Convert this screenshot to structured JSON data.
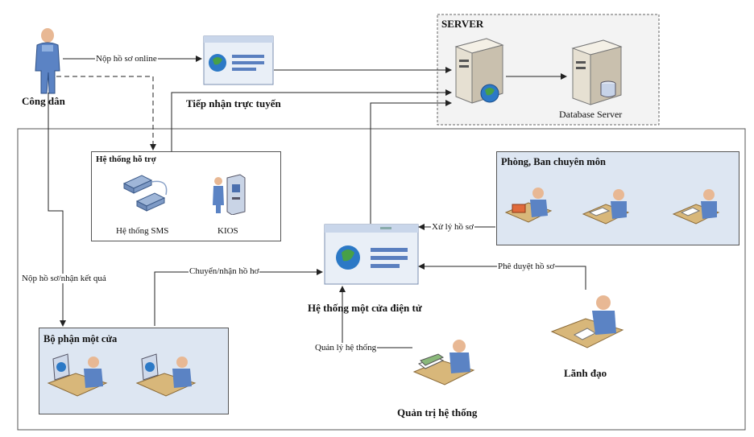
{
  "actors": {
    "citizen": "Công dân",
    "leader": "Lãnh đạo",
    "admin": "Quản trị hệ thống"
  },
  "nodes": {
    "online_reception": "Tiếp nhận trực tuyến",
    "server_title": "SERVER",
    "database_server": "Database Server",
    "support_system": "Hệ thống hỗ trợ",
    "sms_system": "Hệ thống SMS",
    "kiosk": "KIOS",
    "departments": "Phòng, Ban chuyên môn",
    "one_stop_system": "Hệ thống một cửa điện tử",
    "one_stop_desk": "Bộ phận một cửa"
  },
  "edges": {
    "submit_online": "Nộp hồ sơ online",
    "submit_receive": "Nộp hồ sơ/nhận kết quả",
    "transfer": "Chuyển/nhận hồ hơ",
    "process": "Xử lý hồ sơ",
    "approve": "Phê duyệt hồ sơ",
    "manage": "Quản lý hệ thống"
  }
}
